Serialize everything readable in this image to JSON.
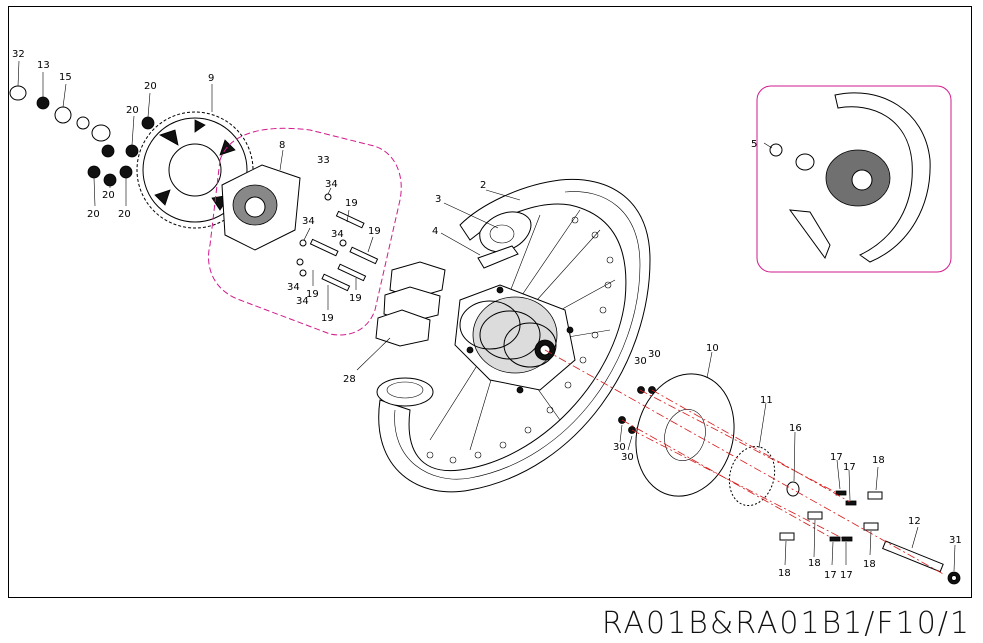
{
  "footer": {
    "code": "RA01B&RA01B1/F10/1"
  },
  "callouts": {
    "c32": "32",
    "c13": "13",
    "c15": "15",
    "c9": "9",
    "c20a": "20",
    "c20b": "20",
    "c20c": "20",
    "c20d": "20",
    "c20e": "20",
    "c8": "8",
    "c33": "33",
    "c34a": "34",
    "c34b": "34",
    "c34c": "34",
    "c34d": "34",
    "c34e": "34",
    "c19a": "19",
    "c19b": "19",
    "c19c": "19",
    "c19d": "19",
    "c19e": "19",
    "c2": "2",
    "c3": "3",
    "c4": "4",
    "c28": "28",
    "c5": "5",
    "c10": "10",
    "c30a": "30",
    "c30b": "30",
    "c30c": "30",
    "c30d": "30",
    "c11": "11",
    "c16": "16",
    "c17a": "17",
    "c17b": "17",
    "c17c": "17",
    "c17d": "17",
    "c18a": "18",
    "c18b": "18",
    "c18c": "18",
    "c18d": "18",
    "c12": "12",
    "c31": "31"
  }
}
